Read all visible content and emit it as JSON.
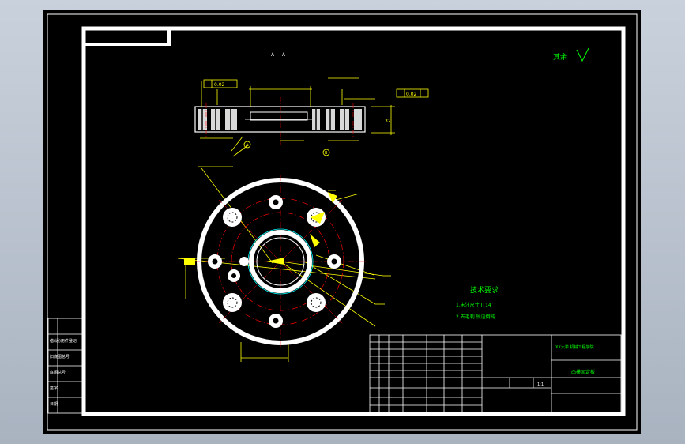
{
  "section_label": "A — A",
  "roughness_note": "其余",
  "technical_requirements": {
    "title": "技术要求",
    "lines": [
      "1.未注尺寸 IT14",
      "2.去毛刺 锐边倒钝"
    ]
  },
  "title_block": {
    "school": "XX大学 机械工程学院",
    "drawing_name": "凸模固定板",
    "scale": "1:1"
  },
  "dimension_labels": {
    "flatness": "0.02",
    "parallelism": "0.02",
    "datum_a": "A",
    "datum_b": "B",
    "thickness": "32"
  },
  "left_stamp_labels": [
    "借(通)用件登记",
    "旧底图总号",
    "底图总号",
    "签字",
    "日期"
  ],
  "colors": {
    "background": "#000000",
    "frame": "#ffffff",
    "dimension": "#ffff00",
    "center_line": "#ff0000",
    "text": "#00ff00",
    "accent": "#00ffff"
  }
}
